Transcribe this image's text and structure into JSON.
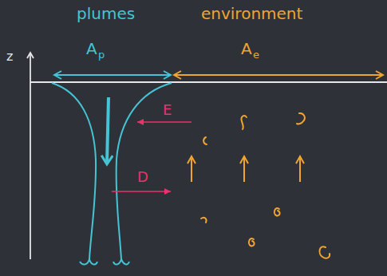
{
  "diagram": {
    "labels": [
      "plumes",
      "environment",
      "z",
      "A",
      "p",
      "A",
      "e",
      "E",
      "D"
    ]
  }
}
